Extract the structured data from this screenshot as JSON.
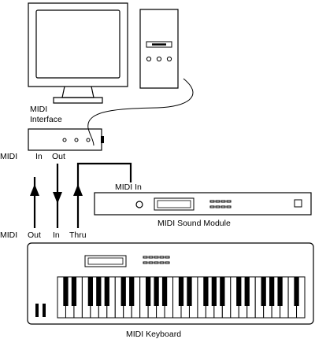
{
  "labels": {
    "midi_interface_line1": "MIDI",
    "midi_interface_line2": "Interface",
    "midi_top": "MIDI",
    "midi_bottom": "MIDI",
    "interface_in": "In",
    "interface_out": "Out",
    "keyboard_out": "Out",
    "keyboard_in": "In",
    "keyboard_thru": "Thru",
    "module_midi_in": "MIDI In",
    "sound_module": "MIDI Sound Module",
    "keyboard": "MIDI Keyboard"
  }
}
